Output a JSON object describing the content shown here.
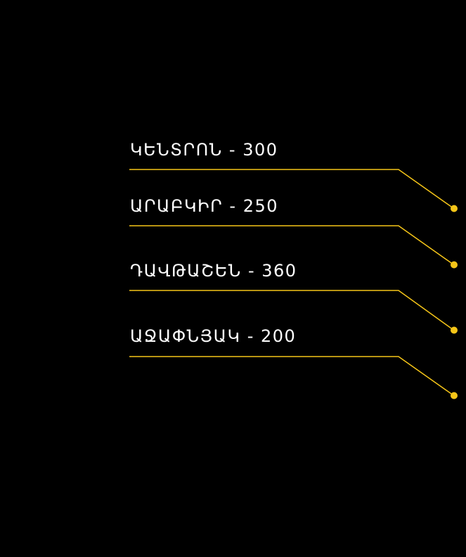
{
  "accent_color": "#f5c518",
  "items": [
    {
      "name": "ԿԵՆՏՐՈՆ",
      "separator": " - ",
      "value": "300"
    },
    {
      "name": "ԱՐԱԲԿԻՐ",
      "separator": " - ",
      "value": "250"
    },
    {
      "name": "ԴԱՎԹԱՇԵՆ",
      "separator": " - ",
      "value": "360"
    },
    {
      "name": "ԱՋԱՓՆՅԱԿ",
      "separator": " - ",
      "value": "200"
    }
  ]
}
